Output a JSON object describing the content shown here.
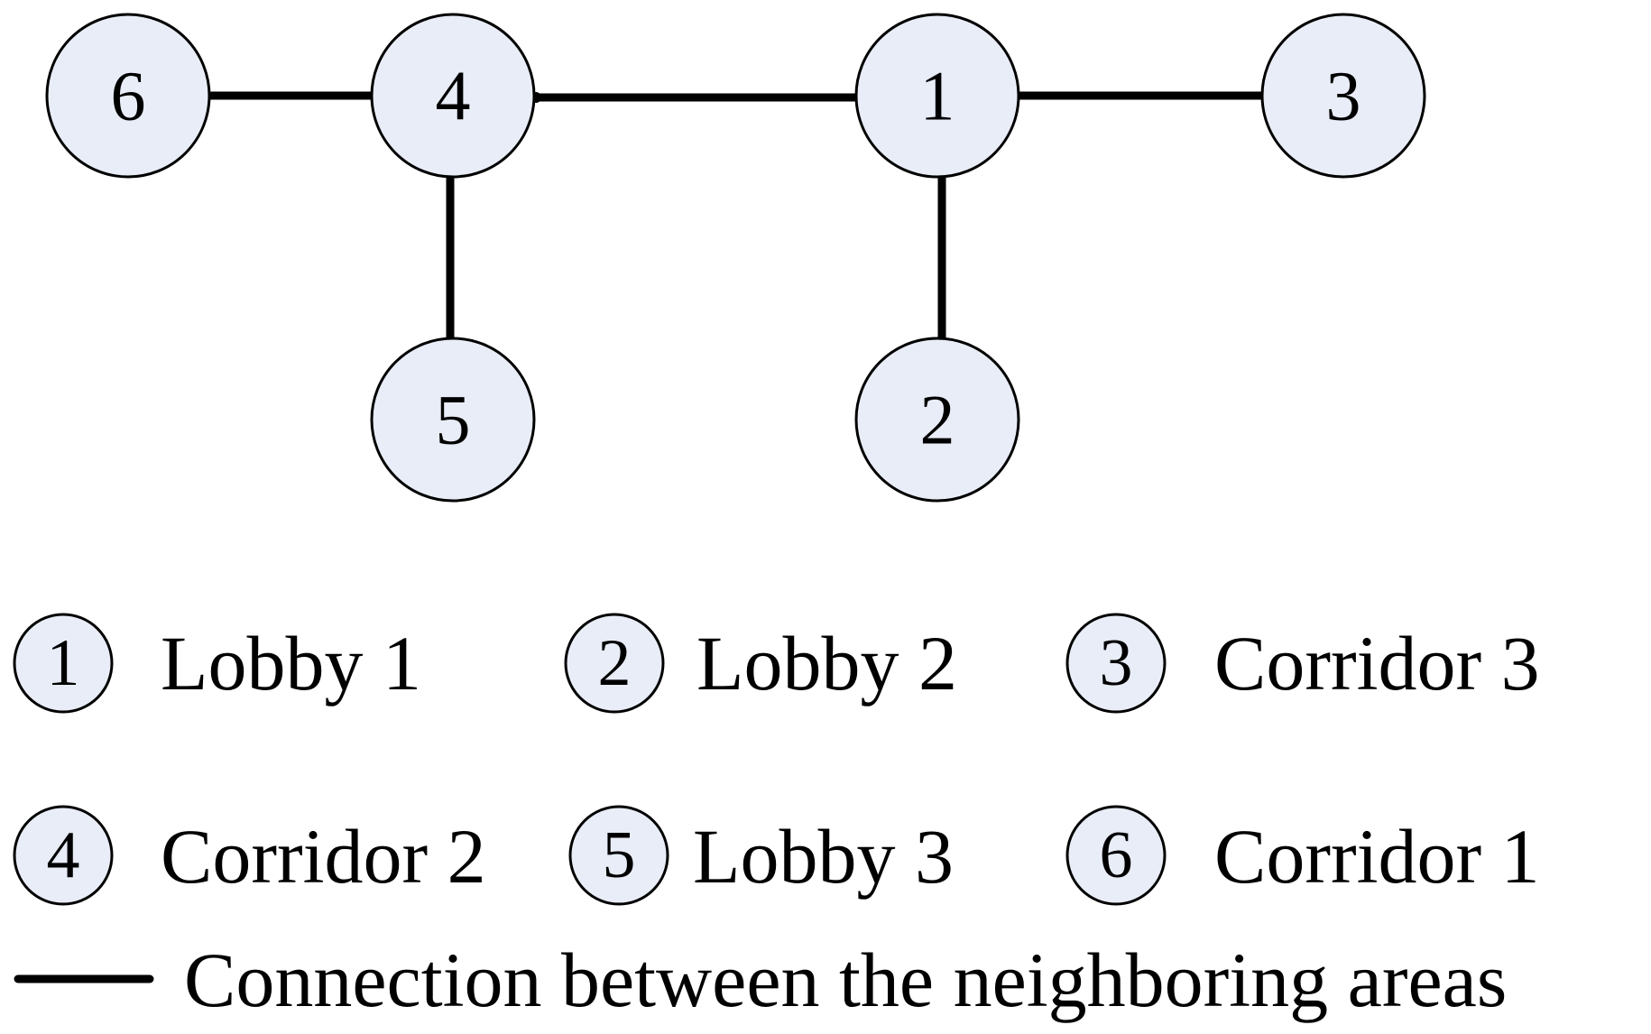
{
  "nodes": [
    {
      "id": "6",
      "label": "6"
    },
    {
      "id": "4",
      "label": "4"
    },
    {
      "id": "1",
      "label": "1"
    },
    {
      "id": "3",
      "label": "3"
    },
    {
      "id": "5",
      "label": "5"
    },
    {
      "id": "2",
      "label": "2"
    }
  ],
  "edges": [
    {
      "from": "6",
      "to": "4"
    },
    {
      "from": "4",
      "to": "1"
    },
    {
      "from": "1",
      "to": "3"
    },
    {
      "from": "4",
      "to": "5"
    },
    {
      "from": "1",
      "to": "2"
    }
  ],
  "legend": {
    "items": [
      {
        "num": "1",
        "text": "Lobby 1"
      },
      {
        "num": "2",
        "text": "Lobby 2"
      },
      {
        "num": "3",
        "text": "Corridor 3"
      },
      {
        "num": "4",
        "text": "Corridor 2"
      },
      {
        "num": "5",
        "text": "Lobby 3"
      },
      {
        "num": "6",
        "text": "Corridor 1"
      }
    ],
    "connection_text": "Connection between the neighboring areas"
  },
  "colors": {
    "node_fill": "#e8edf7",
    "stroke": "#000000"
  }
}
